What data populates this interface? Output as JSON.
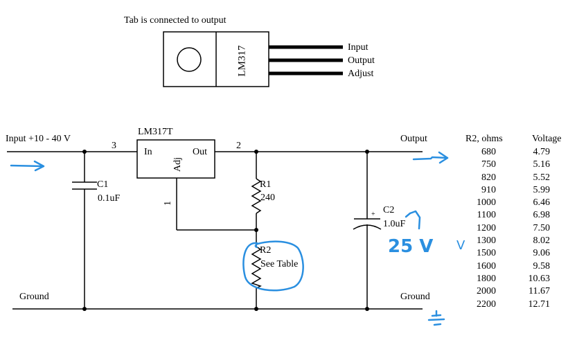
{
  "package": {
    "title": "Tab is connected to output",
    "part_label": "LM317",
    "pins": [
      "Input",
      "Output",
      "Adjust"
    ]
  },
  "schematic": {
    "input_label": "Input +10 - 40 V",
    "output_label": "Output",
    "ground_left": "Ground",
    "ground_right": "Ground",
    "ic": {
      "name": "LM317T",
      "pin_in": "In",
      "pin_out": "Out",
      "pin_adj": "Adj",
      "node_in": "3",
      "node_out": "2",
      "node_adj": "1"
    },
    "c1": {
      "name": "C1",
      "value": "0.1uF"
    },
    "r1": {
      "name": "R1",
      "value": "240"
    },
    "r2": {
      "name": "R2",
      "value": "See Table"
    },
    "c2": {
      "name": "C2",
      "value": "1.0uF",
      "polarity": "+"
    }
  },
  "annotations": {
    "handwritten_voltage": "25 V",
    "handwritten_side": "V",
    "color": "#2a8fe0"
  },
  "table": {
    "headers": [
      "R2, ohms",
      "Voltage"
    ],
    "rows": [
      [
        "680",
        "4.79"
      ],
      [
        "750",
        "5.16"
      ],
      [
        "820",
        "5.52"
      ],
      [
        "910",
        "5.99"
      ],
      [
        "1000",
        "6.46"
      ],
      [
        "1100",
        "6.98"
      ],
      [
        "1200",
        "7.50"
      ],
      [
        "1300",
        "8.02"
      ],
      [
        "1500",
        "9.06"
      ],
      [
        "1600",
        "9.58"
      ],
      [
        "1800",
        "10.63"
      ],
      [
        "2000",
        "11.67"
      ],
      [
        "2200",
        "12.71"
      ]
    ]
  }
}
